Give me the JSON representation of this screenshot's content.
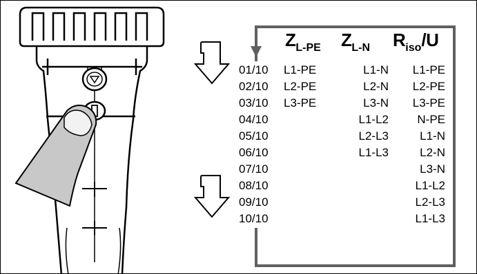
{
  "table": {
    "headers": [
      {
        "main": "Z",
        "sub": "L-PE"
      },
      {
        "main": "Z",
        "sub": "L-N"
      },
      {
        "main": "R",
        "sub": "iso",
        "suffix": "/U"
      }
    ],
    "rows": [
      {
        "step": "01/10",
        "zlpe": "L1-PE",
        "zln": "L1-N",
        "riso": "L1-PE"
      },
      {
        "step": "02/10",
        "zlpe": "L2-PE",
        "zln": "L2-N",
        "riso": "L2-PE"
      },
      {
        "step": "03/10",
        "zlpe": "L3-PE",
        "zln": "L3-N",
        "riso": "L3-PE"
      },
      {
        "step": "04/10",
        "zlpe": "",
        "zln": "L1-L2",
        "riso": "N-PE"
      },
      {
        "step": "05/10",
        "zlpe": "",
        "zln": "L2-L3",
        "riso": "L1-N"
      },
      {
        "step": "06/10",
        "zlpe": "",
        "zln": "L1-L3",
        "riso": "L2-N"
      },
      {
        "step": "07/10",
        "zlpe": "",
        "zln": "",
        "riso": "L3-N"
      },
      {
        "step": "08/10",
        "zlpe": "",
        "zln": "",
        "riso": "L1-L2"
      },
      {
        "step": "09/10",
        "zlpe": "",
        "zln": "",
        "riso": "L2-L3"
      },
      {
        "step": "10/10",
        "zlpe": "",
        "zln": "",
        "riso": "L1-L3"
      }
    ]
  },
  "icons": [
    "probe-handle-icon",
    "finger-icon",
    "down-arrow-button-icon",
    "measure-button-icon",
    "step-arrow-icon",
    "cycle-loop-arrow-icon"
  ],
  "colors": {
    "line": "#000000",
    "loop": "#606060",
    "finger": "#c8c8c8",
    "nail": "#f2f2f2"
  }
}
